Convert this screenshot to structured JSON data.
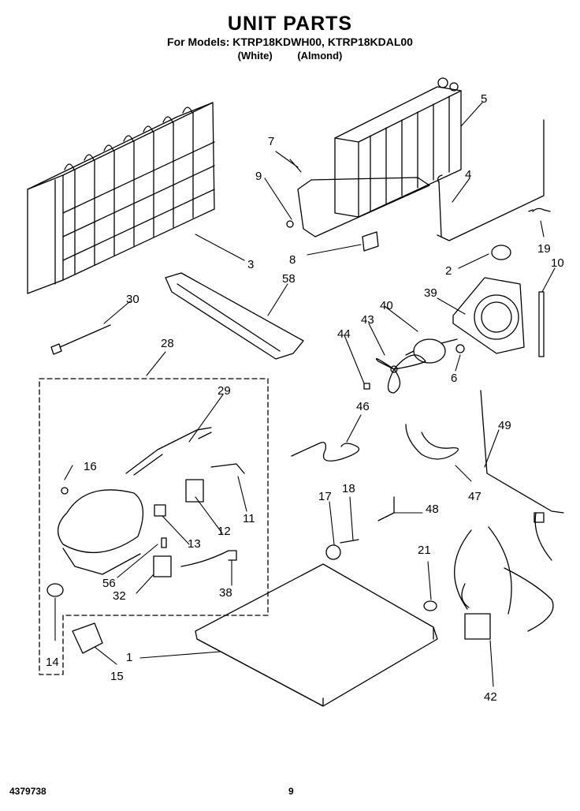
{
  "header": {
    "title": "UNIT PARTS",
    "models_line": "For Models: KTRP18KDWH00, KTRP18KDAL00",
    "color_white": "(White)",
    "color_almond": "(Almond)"
  },
  "callouts": [
    "1",
    "2",
    "3",
    "4",
    "5",
    "6",
    "7",
    "8",
    "9",
    "10",
    "11",
    "12",
    "13",
    "14",
    "15",
    "16",
    "17",
    "18",
    "19",
    "21",
    "28",
    "29",
    "30",
    "32",
    "38",
    "39",
    "40",
    "42",
    "43",
    "44",
    "46",
    "47",
    "48",
    "49",
    "56",
    "58"
  ],
  "footer": {
    "doc_number": "4379738",
    "page_number": "9"
  },
  "colors": {
    "ink": "#000000",
    "paper": "#ffffff"
  }
}
